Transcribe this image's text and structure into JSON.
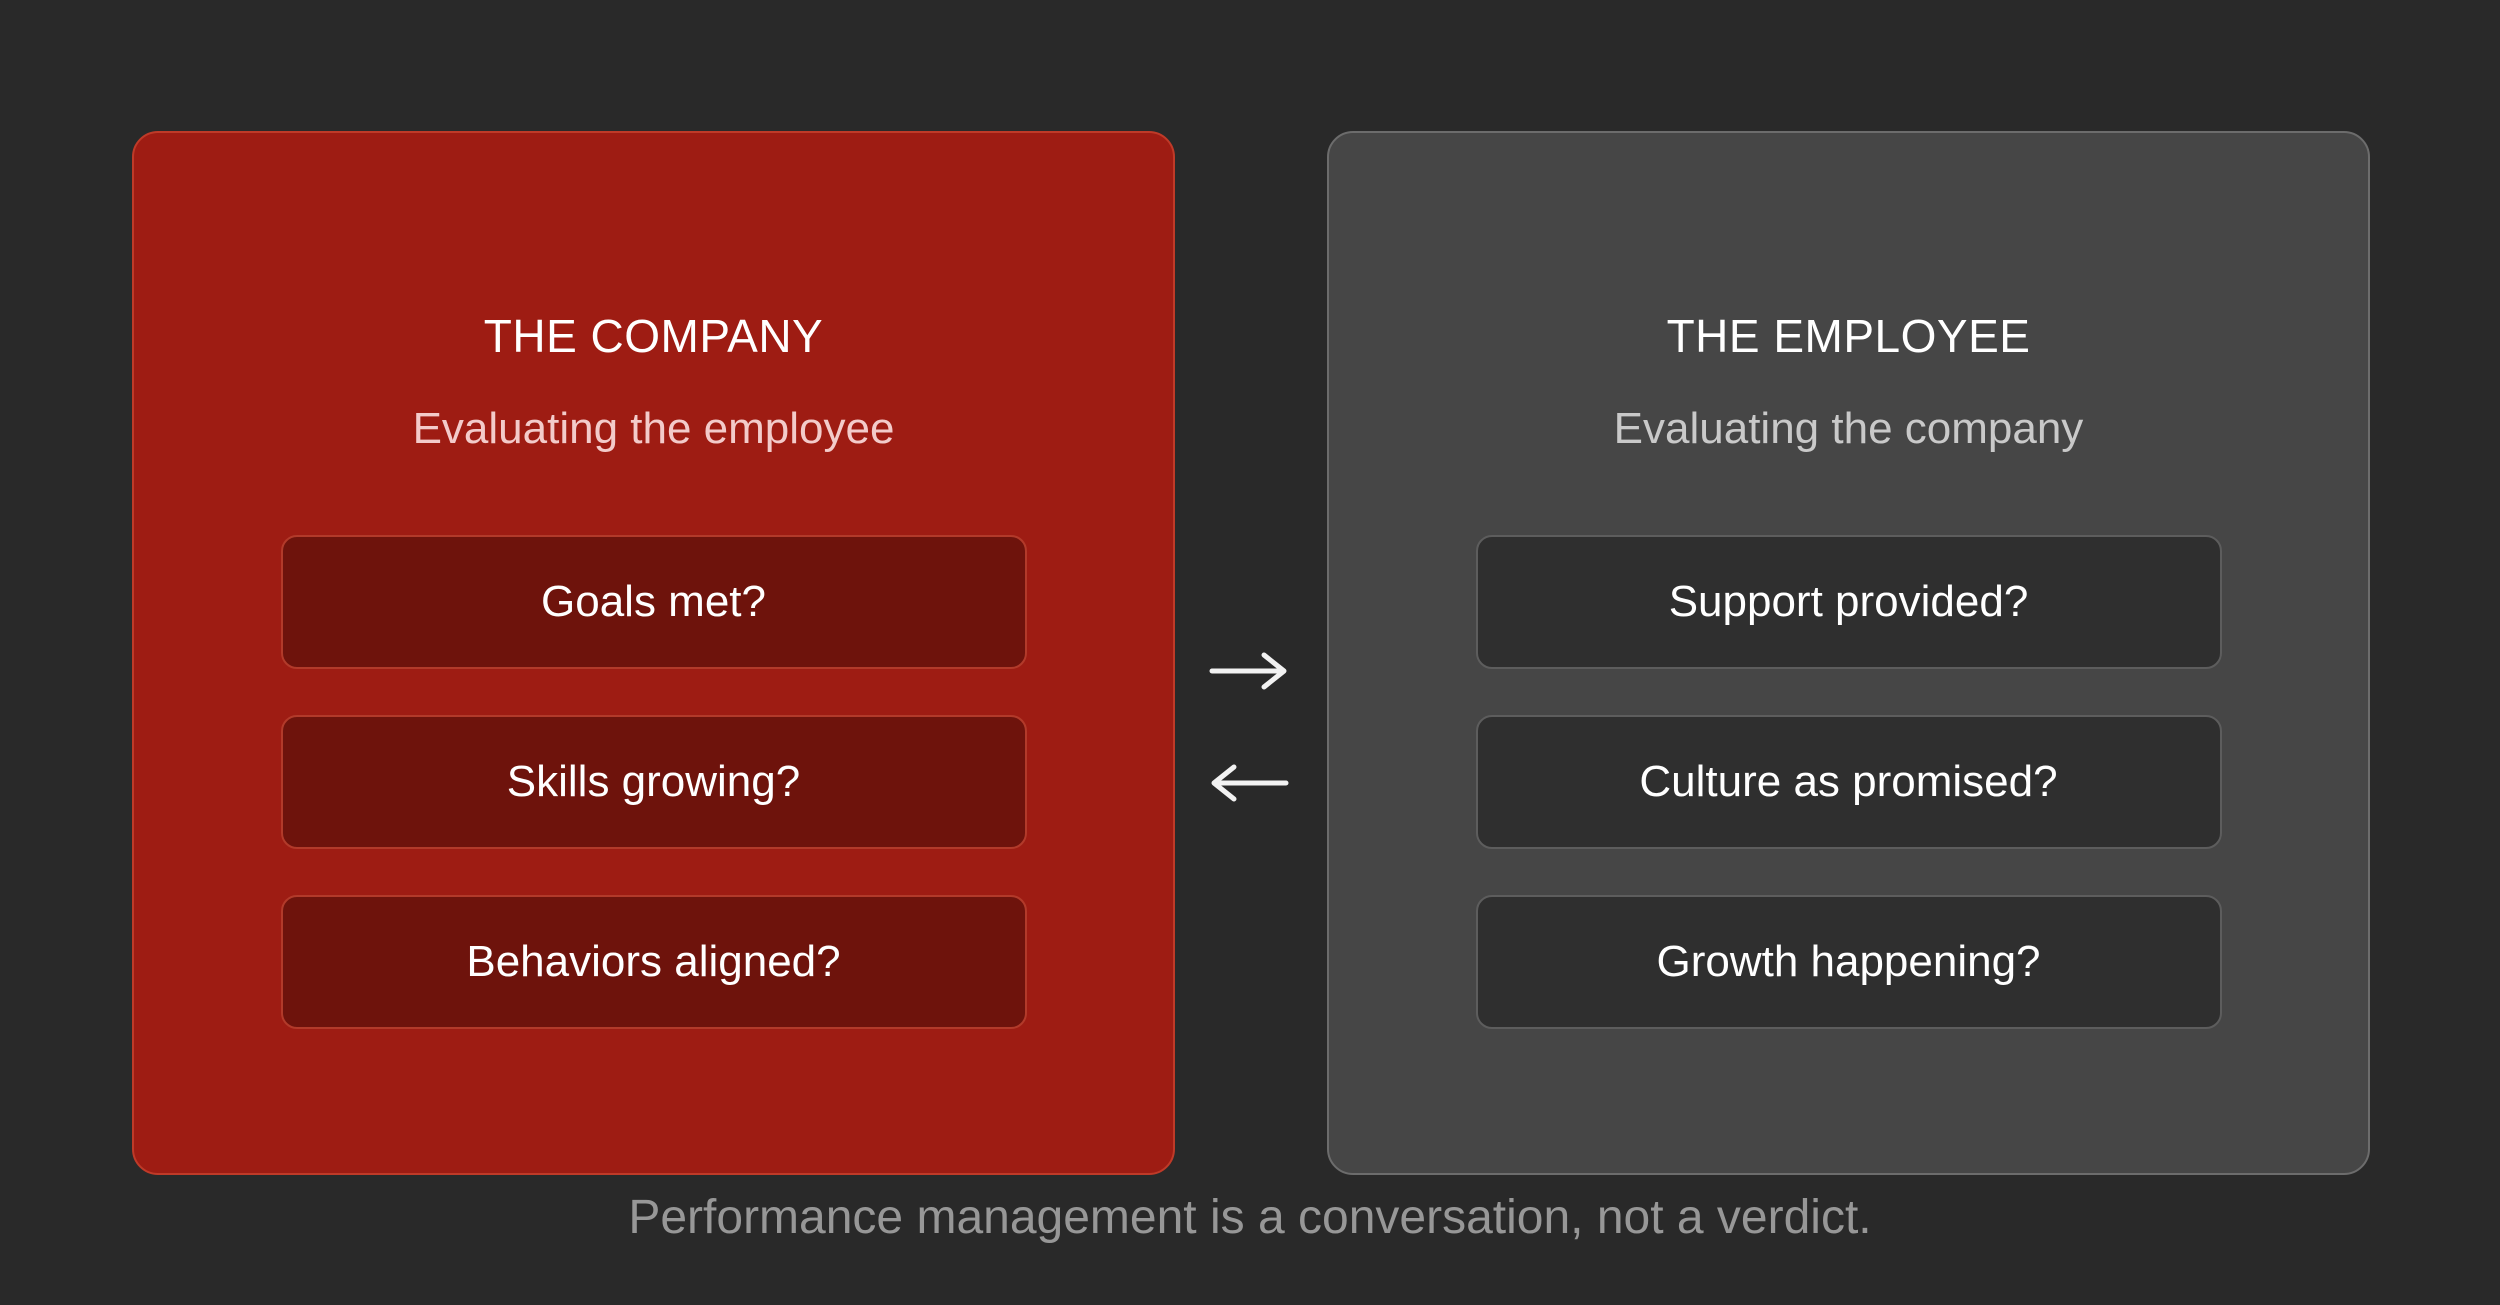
{
  "caption": {
    "text": "Performance management is a conversation, not a verdict."
  },
  "panels": [
    {
      "id": "company",
      "title": "THE COMPANY",
      "subtitle": "Evaluating the employee",
      "items": [
        "Goals met?",
        "Skills growing?",
        "Behaviors aligned?"
      ]
    },
    {
      "id": "employee",
      "title": "THE EMPLOYEE",
      "subtitle": "Evaluating the company",
      "items": [
        "Support provided?",
        "Culture as promised?",
        "Growth happening?"
      ]
    }
  ],
  "arrows": {
    "right_icon": "arrow-right",
    "left_icon": "arrow-left"
  },
  "colors": {
    "background": "#292929",
    "company_panel_bg": "#9e1c13",
    "company_panel_border": "#bf3a28",
    "company_box_bg": "#6e130c",
    "company_box_border": "#b23a2a",
    "company_subtitle": "#f3cbca",
    "employee_panel_bg": "#464646",
    "employee_panel_border": "#6c6c6c",
    "employee_box_bg": "#2f2f2f",
    "employee_box_border": "#5d5d5d",
    "employee_subtitle": "#c9c9c9",
    "title_text": "#ffffff",
    "box_text": "#ffffff",
    "caption_text": "#979797",
    "arrow_stroke": "#f2f2f2"
  }
}
